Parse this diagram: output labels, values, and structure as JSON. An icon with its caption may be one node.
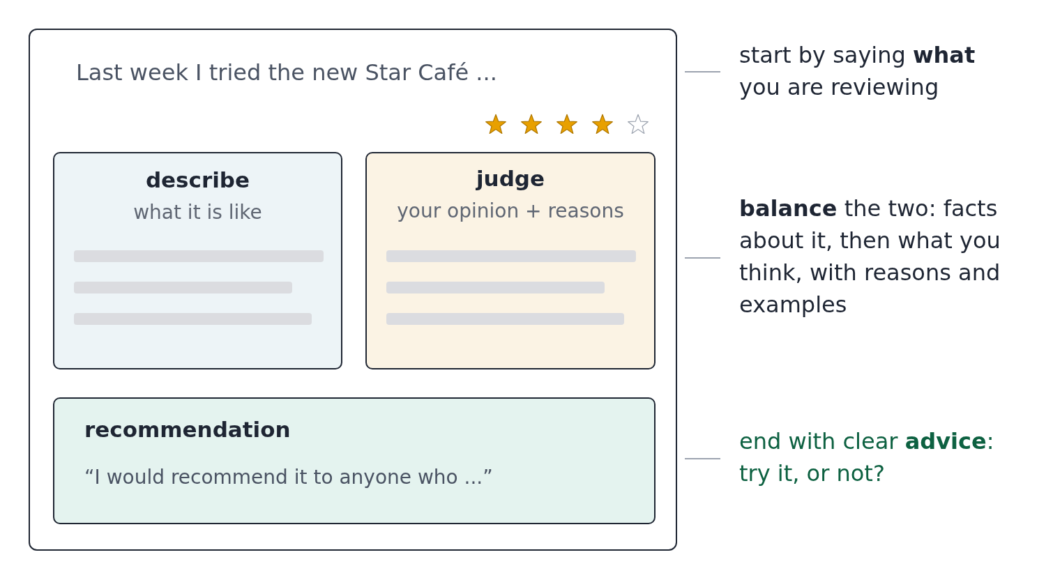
{
  "diagram": {
    "nodes": [
      {
        "text": [
          "Last week I tried the new Star Café ..."
        ]
      },
      {
        "text": [
          "describe",
          "what it is like"
        ],
        "in": 0
      },
      {
        "text": [
          "judge",
          "your opinion + reasons"
        ],
        "in": 0
      },
      {
        "text": [
          "recommendation",
          "“I would recommend it to anyone who ...”"
        ],
        "in": 0
      },
      {
        "text": [
          "start by saying **what** you are reviewing"
        ]
      },
      {
        "text": [
          "**balance** the two: facts about it, then what you think, with reasons and examples"
        ]
      },
      {
        "text": [
          "end with clear **advice**: try it, or not?"
        ]
      }
    ],
    "edges": [
      {
        "from": 4,
        "to": 0,
        "arrow": "none"
      },
      {
        "from": 5,
        "to": 0,
        "arrow": "none"
      },
      {
        "from": 6,
        "to": 0,
        "arrow": "none"
      }
    ]
  }
}
